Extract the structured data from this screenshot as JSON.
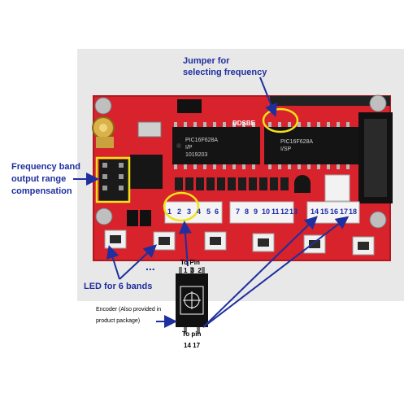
{
  "annotations": {
    "jumper_line1": "Jumper for",
    "jumper_line2": "selecting frequency",
    "freq_line1": "Frequency band",
    "freq_line2": "output range",
    "freq_line3": "compensation",
    "led_label": "LED for 6 bands",
    "to_pin_top": "To  Pin",
    "to_pin_top_nums": "1 3 2",
    "encoder_line1": "Encoder (Also provided in",
    "encoder_line2": "product package)",
    "to_pin_bottom": "To pin",
    "to_pin_bottom_nums": "14  17",
    "dots": "..."
  },
  "board": {
    "brand": "DDSBE",
    "chip1_lines": [
      "PIC16F628A",
      "I/P",
      "1019203"
    ],
    "chip2_lines": [
      "PIC16F628A",
      "I/SP"
    ],
    "connector_pin_numbers": [
      "1",
      "2",
      "3",
      "4",
      "5",
      "6",
      "7",
      "8",
      "9",
      "10",
      "11",
      "12",
      "13",
      "14",
      "15",
      "16",
      "17",
      "18"
    ]
  },
  "colors": {
    "board_red": "#d8222c",
    "annotation_blue": "#1f2f9e",
    "highlight_yellow": "#f1e21a",
    "backdrop_gray": "#e8e8e8"
  }
}
